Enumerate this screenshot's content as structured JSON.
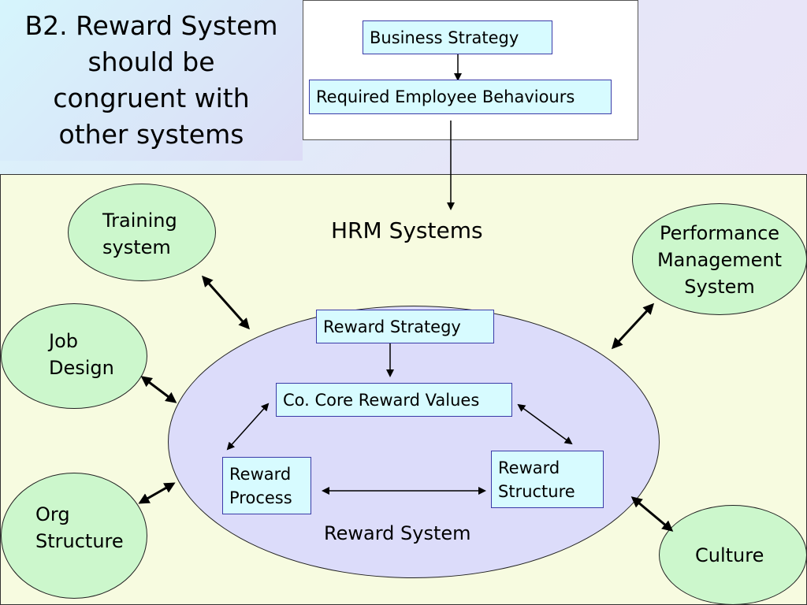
{
  "title": "B2.  Reward System should be congruent with other systems",
  "top_flow": {
    "business_strategy": "Business Strategy",
    "required_behaviours": "Required Employee Behaviours"
  },
  "hrm": {
    "title": "HRM Systems"
  },
  "reward_system": {
    "label": "Reward System",
    "strategy": "Reward Strategy",
    "core_values": "Co. Core Reward Values",
    "process_line1": "Reward",
    "process_line2": "Process",
    "structure_line1": "Reward",
    "structure_line2": "Structure"
  },
  "satellites": {
    "training_line1": "Training",
    "training_line2": "system",
    "job_line1": "Job",
    "job_line2": "Design",
    "org_line1": "Org",
    "org_line2": "Structure",
    "perf_line1": "Performance",
    "perf_line2": "Management",
    "perf_line3": "System",
    "culture": "Culture"
  },
  "colors": {
    "box_fill": "#d7fbff",
    "box_border": "#3a3aa8",
    "oval_green": "#ccf7cc",
    "reward_oval": "#dcdcfa",
    "panel_bg": "#f7fbe0"
  }
}
